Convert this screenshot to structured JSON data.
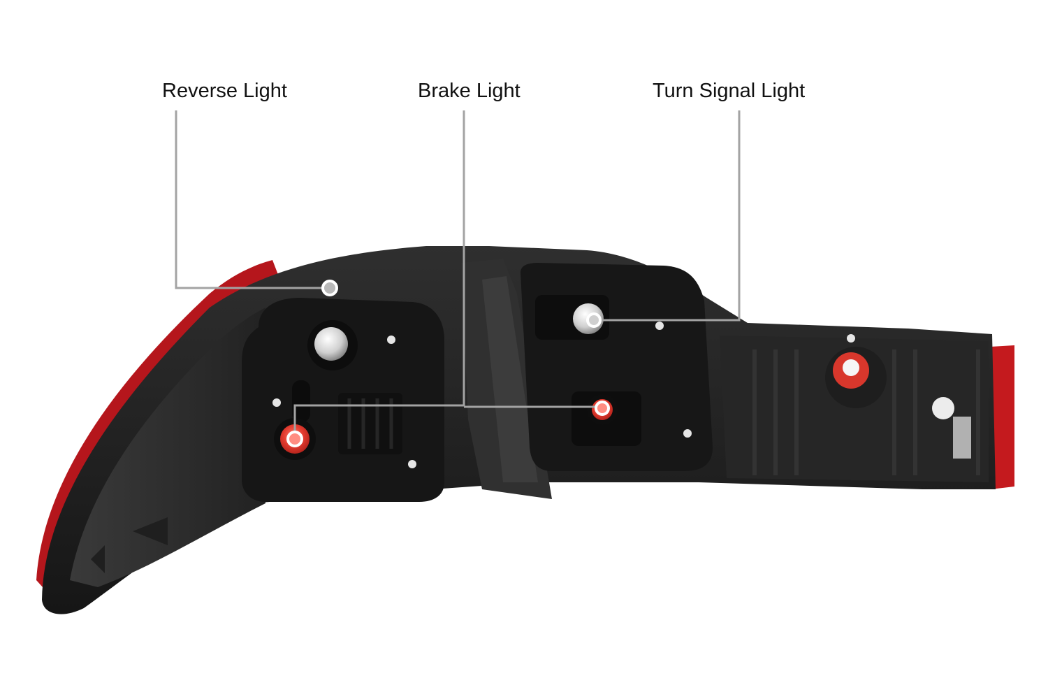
{
  "callouts": {
    "reverse": {
      "label": "Reverse Light"
    },
    "brake": {
      "label": "Brake Light"
    },
    "turn": {
      "label": "Turn Signal Light"
    }
  },
  "colors": {
    "housing_dark": "#1c1c1c",
    "housing_mid": "#2b2b2b",
    "gasket": "#141414",
    "lens_red": "#c0161c",
    "socket_red": "#e23a2e",
    "bulb_silver": "#d6d6d6",
    "leader_line": "#9a9a9a"
  },
  "icons": {
    "reverse_bulb": "bulb-socket-icon",
    "brake_socket": "brake-socket-icon",
    "turn_bulb": "bulb-socket-icon"
  }
}
